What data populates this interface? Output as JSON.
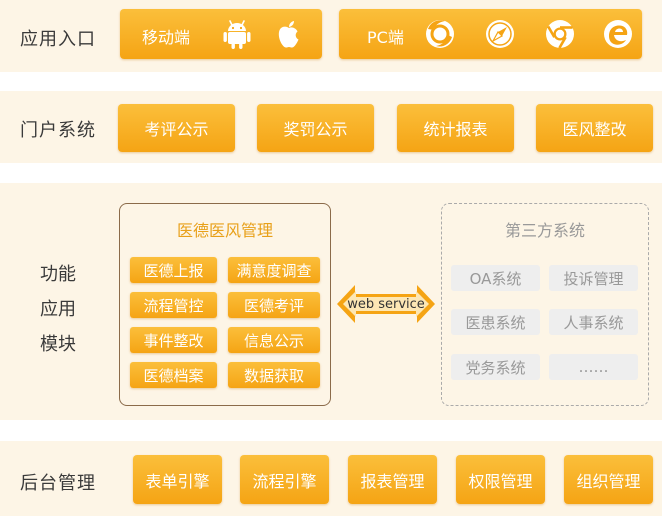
{
  "rows": {
    "entry": {
      "label": "应用入口",
      "mobile_label": "移动端",
      "pc_label": "PC端",
      "mobile_icons": [
        "android-icon",
        "apple-icon"
      ],
      "pc_icons": [
        "firefox-icon",
        "safari-icon",
        "chrome-icon",
        "edge-icon"
      ]
    },
    "portal": {
      "label": "门户系统",
      "items": [
        "考评公示",
        "奖罚公示",
        "统计报表",
        "医风整改"
      ]
    },
    "modules": {
      "label_lines": [
        "功能",
        "应用",
        "模块"
      ],
      "main_panel": {
        "title": "医德医风管理",
        "items": [
          "医德上报",
          "满意度调查",
          "流程管控",
          "医德考评",
          "事件整改",
          "信息公示",
          "医德档案",
          "数据获取"
        ]
      },
      "connector_label": "web service",
      "third_party": {
        "title": "第三方系统",
        "items": [
          "OA系统",
          "投诉管理",
          "医患系统",
          "人事系统",
          "党务系统",
          "……"
        ]
      }
    },
    "backend": {
      "label": "后台管理",
      "items": [
        "表单引擎",
        "流程引擎",
        "报表管理",
        "权限管理",
        "组织管理"
      ]
    }
  },
  "colors": {
    "band_bg": "#fdf5e6",
    "button_top": "#fbbf3b",
    "button_bottom": "#f5a414",
    "main_panel_border": "#8b6b4a",
    "main_title": "#e8a019",
    "third_party_border": "#aaaaaa",
    "third_party_title": "#999999",
    "third_party_button": "#eeeeee",
    "arrow": "#f5a414"
  }
}
